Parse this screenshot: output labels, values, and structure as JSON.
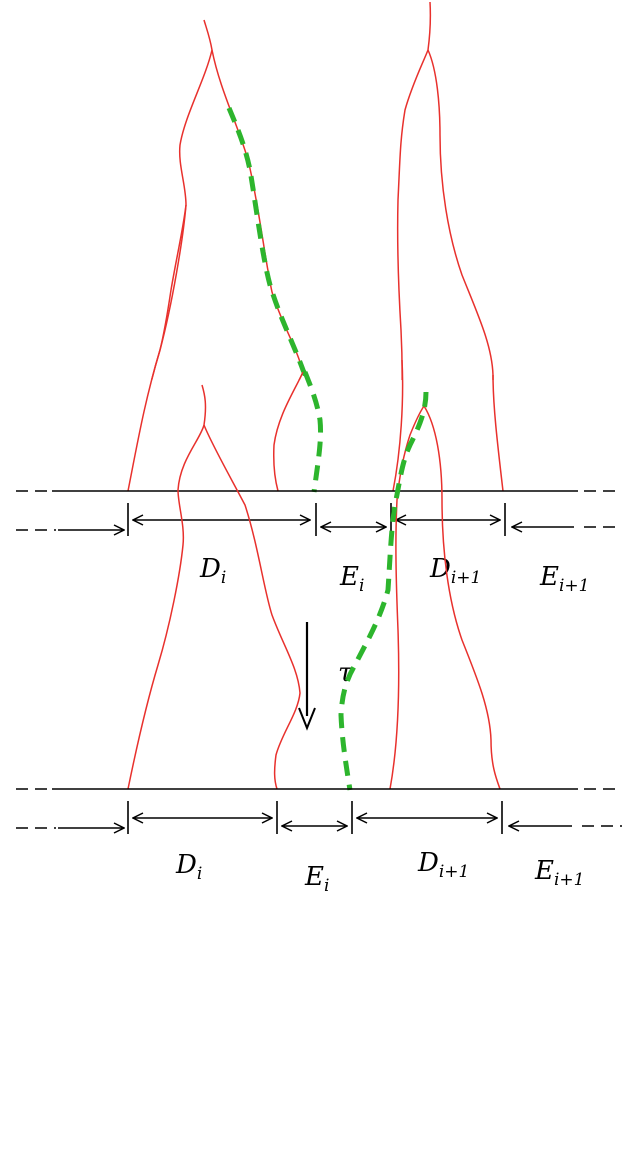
{
  "colors": {
    "boundary": "#e8312d",
    "path": "#2db52d",
    "ink": "#000000"
  },
  "top_panel": {
    "labels": {
      "d_main": "D",
      "d_sub": "i",
      "e_main": "E",
      "e_sub": "i",
      "d_next_main": "D",
      "d_next_sub": "i+1",
      "e_next_main": "E",
      "e_next_sub": "i+1"
    }
  },
  "transition": {
    "symbol": "τ"
  },
  "bottom_panel": {
    "labels": {
      "d_main": "D",
      "d_sub": "i",
      "e_main": "E",
      "e_sub": "i",
      "d_next_main": "D",
      "d_next_sub": "i+1",
      "e_next_main": "E",
      "e_next_sub": "i+1"
    }
  }
}
